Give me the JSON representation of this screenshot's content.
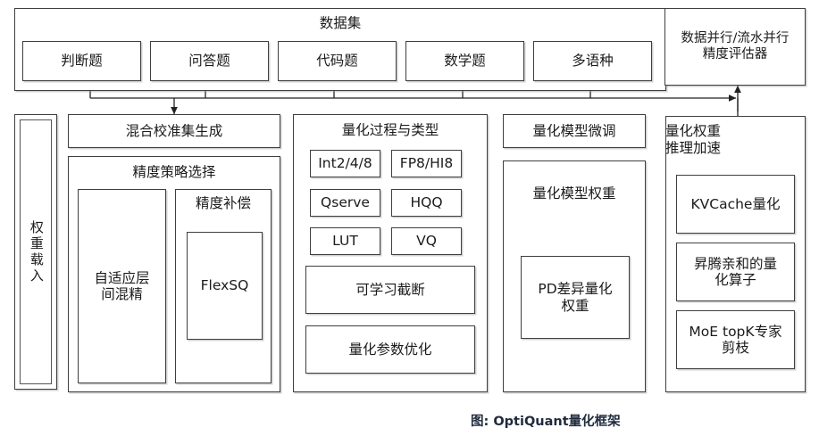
{
  "figure": {
    "caption": "图: OptiQuant量化框架"
  },
  "dataset_panel": {
    "title": "数据集",
    "items": [
      {
        "label": "判断题"
      },
      {
        "label": "问答题"
      },
      {
        "label": "代码题"
      },
      {
        "label": "数学题"
      },
      {
        "label": "多语种"
      }
    ]
  },
  "evaluator_panel": {
    "line1": "数据并行/流水并行",
    "line2": "精度评估器"
  },
  "weight_load_panel": {
    "title": "权重载入"
  },
  "calibration_panel": {
    "title": "混合校准集生成"
  },
  "precision_strategy_panel": {
    "title": "精度策略选择",
    "adaptive_box": {
      "line1": "自适应层",
      "line2": "间混精"
    },
    "compensation_box": {
      "title": "精度补偿",
      "item": "FlexSQ"
    }
  },
  "quant_process_panel": {
    "title": "量化过程与类型",
    "type_chips": [
      {
        "label": "Int2/4/8"
      },
      {
        "label": "FP8/HI8"
      },
      {
        "label": "Qserve"
      },
      {
        "label": "HQQ"
      },
      {
        "label": "LUT"
      },
      {
        "label": "VQ"
      }
    ],
    "wide_items": [
      {
        "label": "可学习截断"
      },
      {
        "label": "量化参数优化"
      }
    ]
  },
  "finetune_panel": {
    "title": "量化模型微调",
    "weights_box": {
      "title": "量化模型权重",
      "inner": {
        "line1": "PD差异量化",
        "line2": "权重"
      }
    }
  },
  "inference_panel": {
    "title_line1": "量化权重",
    "title_line2": "推理加速",
    "items": [
      {
        "line1": "KVCache量化",
        "line2": ""
      },
      {
        "line1": "昇腾亲和的量",
        "line2": "化算子"
      },
      {
        "line1": "MoE topK专家",
        "line2": "剪枝"
      }
    ]
  },
  "colors": {
    "stroke": "#3f3f3f",
    "text": "#1b1b1b",
    "caption": "#1f2b3d",
    "background": "#ffffff",
    "shadow": "#969696"
  }
}
